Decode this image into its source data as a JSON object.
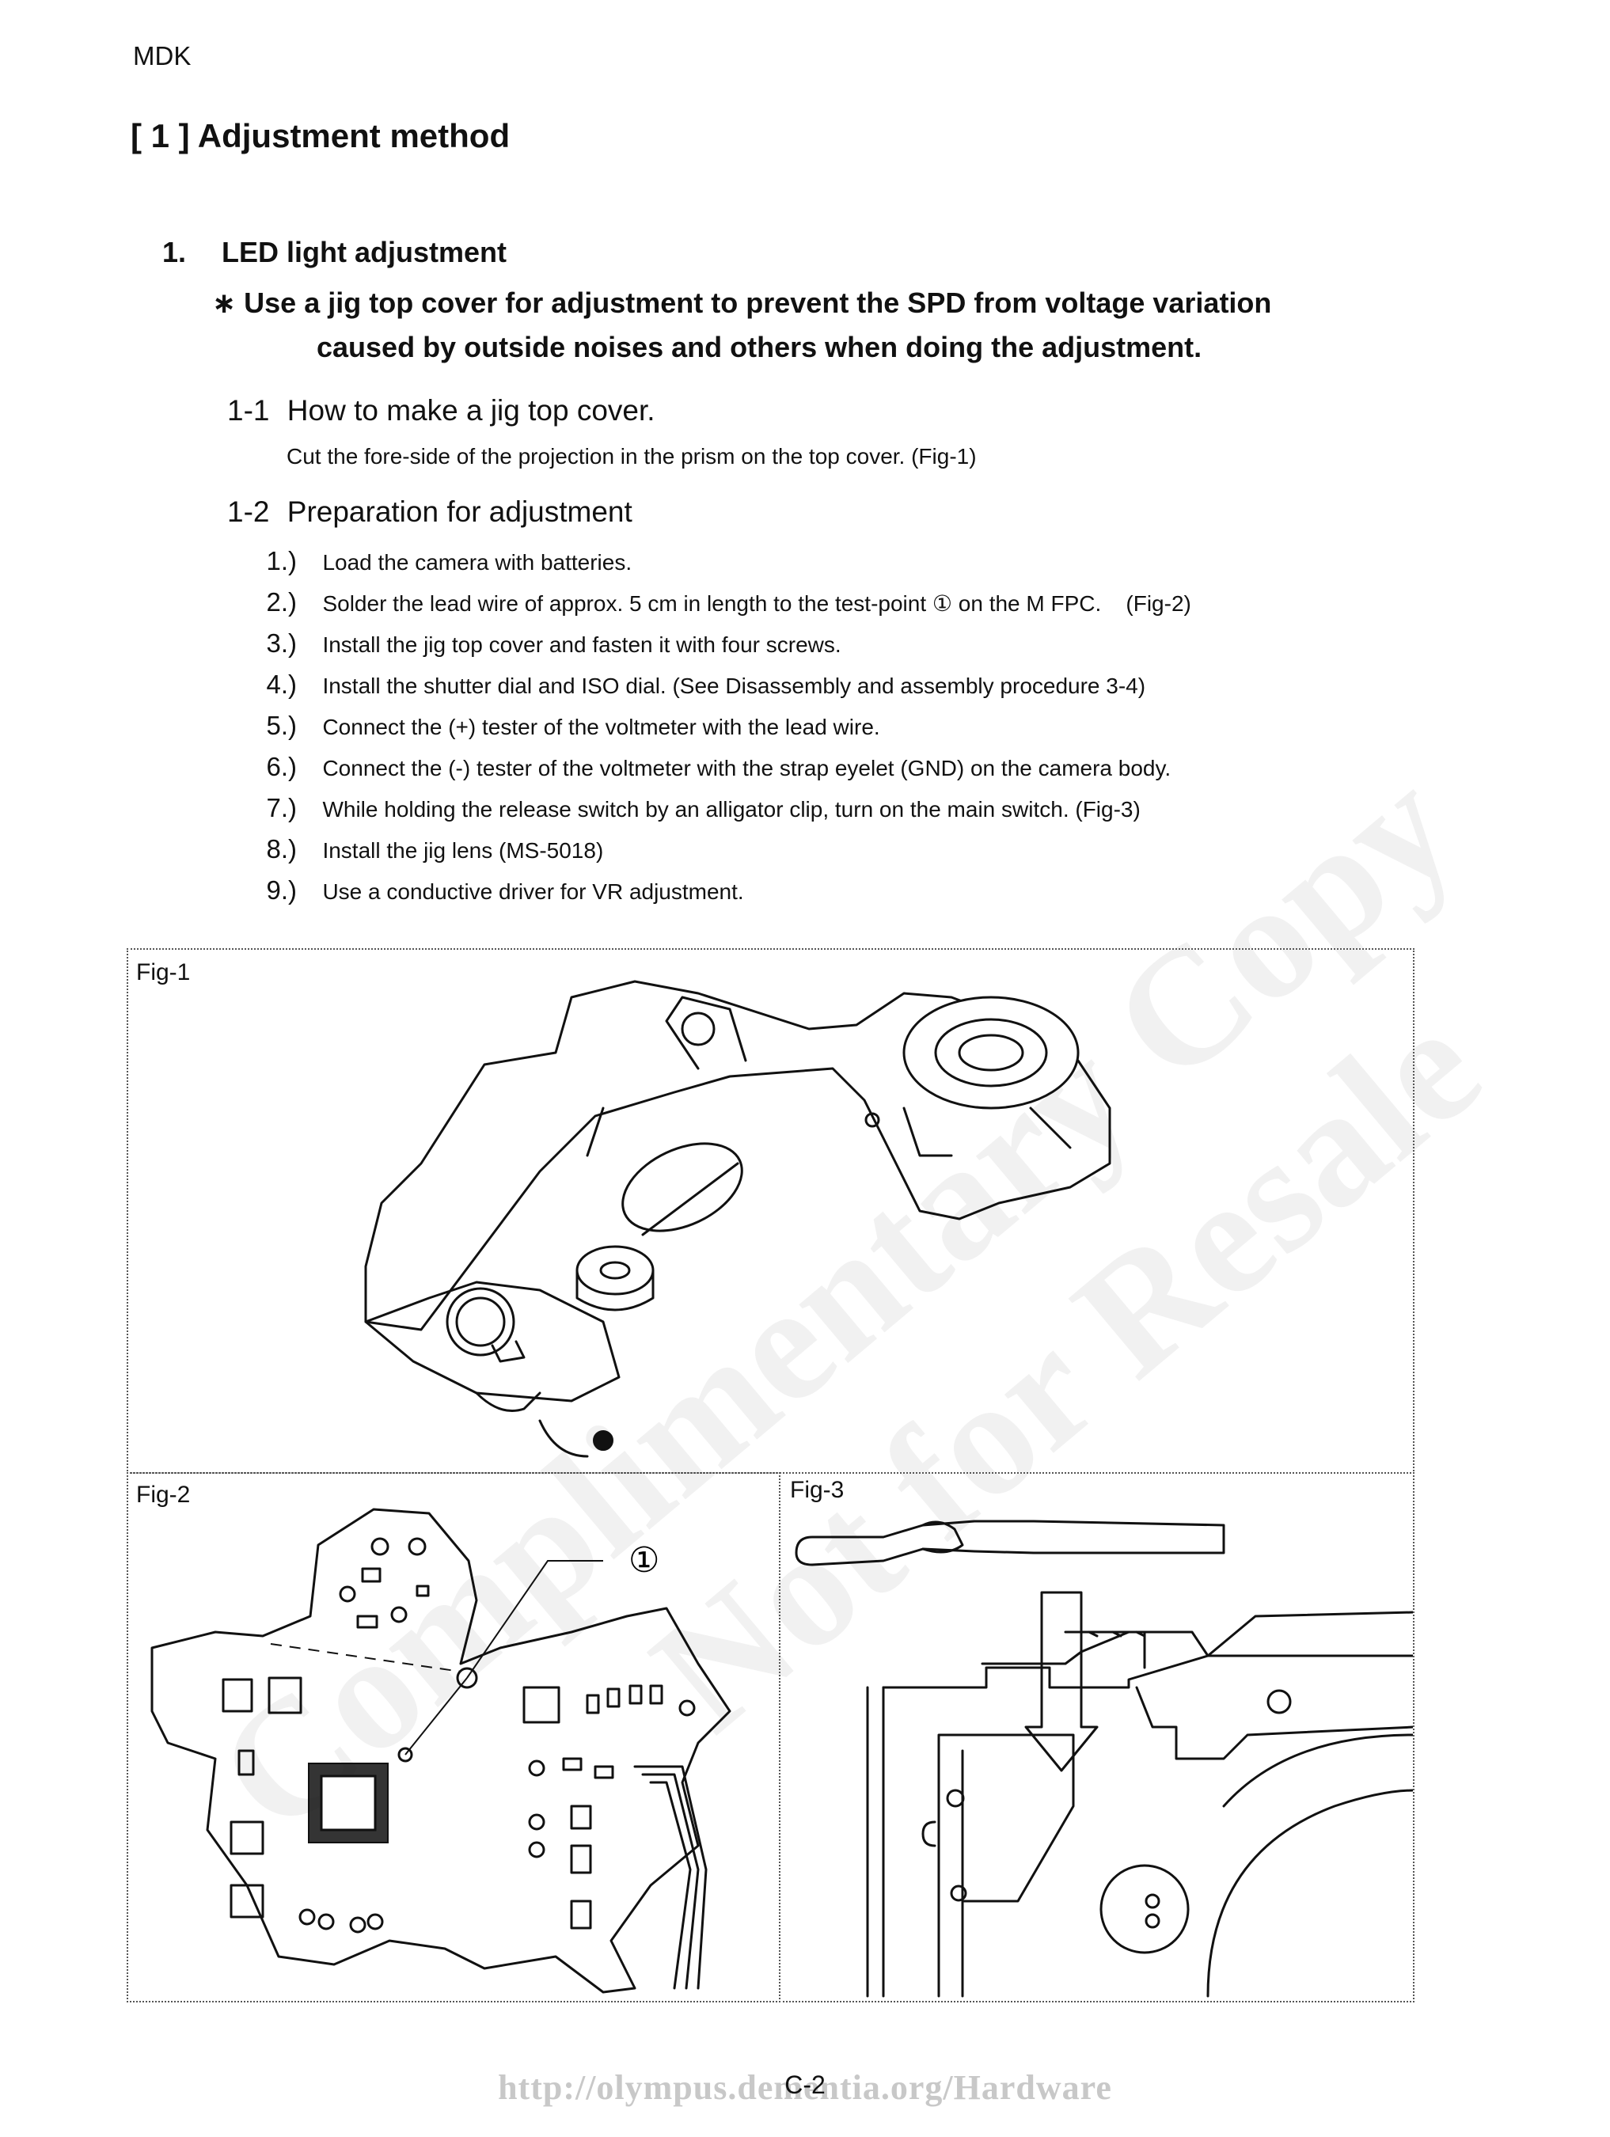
{
  "header": {
    "tag": "MDK"
  },
  "section": {
    "title": "[ 1 ] Adjustment method"
  },
  "subsection": {
    "number": "1.",
    "title": "LED light adjustment",
    "notice_line1": "∗ Use a jig top cover for adjustment to prevent the SPD from voltage variation",
    "notice_line2": "caused by outside noises and others when doing the adjustment."
  },
  "step_1_1": {
    "number": "1-1",
    "title": "How to make a jig top cover.",
    "body": "Cut the fore-side of the projection in the prism on the top cover. (Fig-1)"
  },
  "step_1_2": {
    "number": "1-2",
    "title": "Preparation for adjustment",
    "items": [
      {
        "num": "1.)",
        "text": "Load the camera with batteries."
      },
      {
        "num": "2.)",
        "text": "Solder the lead wire of approx. 5 cm in length to the test-point ① on the M FPC.    (Fig-2)"
      },
      {
        "num": "3.)",
        "text": "Install the jig top cover and fasten it with four screws."
      },
      {
        "num": "4.)",
        "text": "Install the shutter dial and ISO dial. (See Disassembly and assembly procedure 3-4)"
      },
      {
        "num": "5.)",
        "text": "Connect the (+) tester of the voltmeter with the lead wire."
      },
      {
        "num": "6.)",
        "text": "Connect the (-) tester of the voltmeter with the strap eyelet (GND) on the camera body."
      },
      {
        "num": "7.)",
        "text": "While holding the release switch by an alligator clip, turn on the main switch. (Fig-3)"
      },
      {
        "num": "8.)",
        "text": "Install the jig lens (MS-5018)"
      },
      {
        "num": "9.)",
        "text": "Use a conductive driver for VR adjustment."
      }
    ]
  },
  "figures": {
    "fig1_label": "Fig-1",
    "fig2_label": "Fig-2",
    "fig3_label": "Fig-3",
    "test_point_marker": "①"
  },
  "watermark": {
    "line1": "Complimentary Copy",
    "line2": "Not for Resale"
  },
  "footer": {
    "url": "http://olympus.dementia.org/Hardware",
    "page_number": "C-2"
  }
}
